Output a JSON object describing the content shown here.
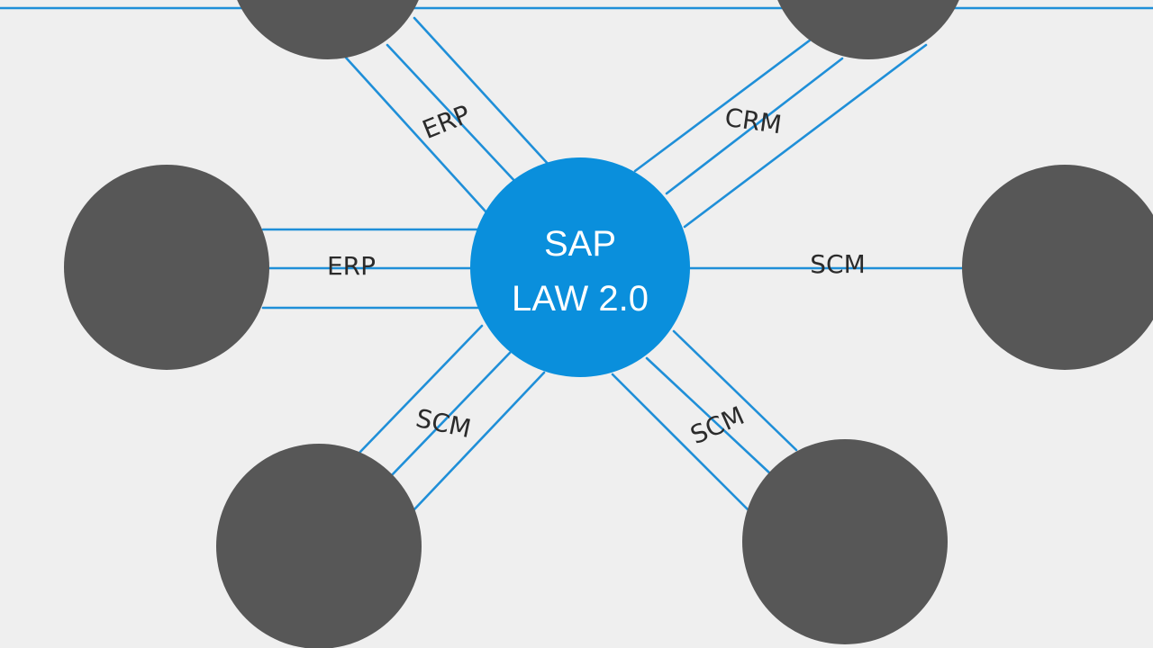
{
  "diagram": {
    "colors": {
      "background": "#efefef",
      "hub": "#0a8fdc",
      "node": "#575757",
      "link": "#1f8fd8",
      "label_text": "#2b2b2b",
      "hub_text": "#ffffff"
    },
    "hub": {
      "line1": "SAP",
      "line2": "LAW 2.0"
    },
    "edge_labels": {
      "top_left": "ERP",
      "top_right": "CRM",
      "left": "ERP",
      "right": "SCM",
      "bottom_left": "SCM",
      "bottom_right": "SCM"
    }
  }
}
